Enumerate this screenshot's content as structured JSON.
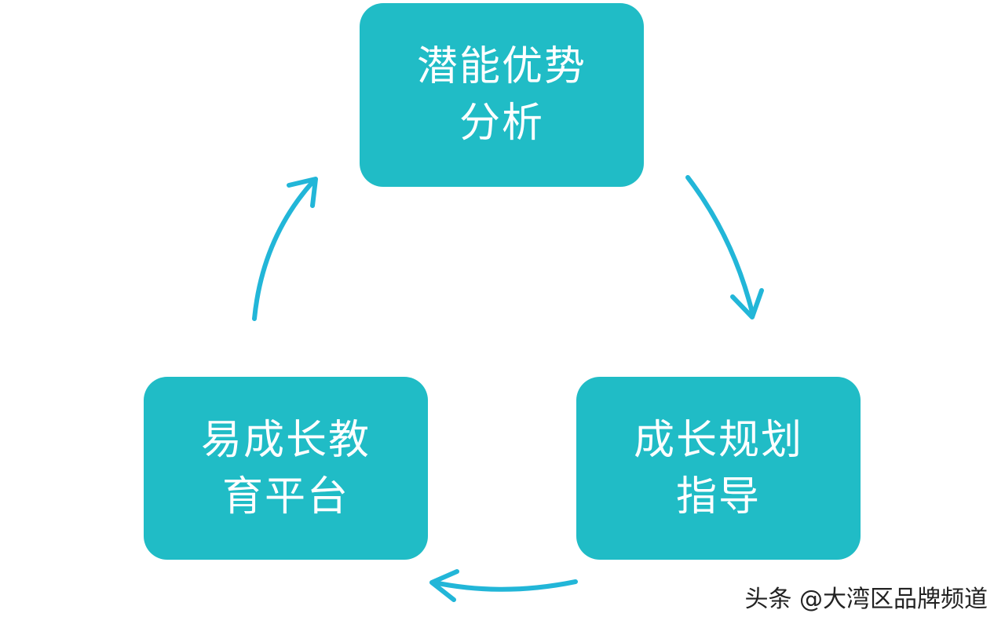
{
  "nodes": {
    "top": {
      "line1": "潜能优势",
      "line2": "分析"
    },
    "right": {
      "line1": "成长规划",
      "line2": "指导"
    },
    "left": {
      "line1": "易成长教",
      "line2": "育平台"
    }
  },
  "colors": {
    "node_fill": "#20bcc6",
    "arrow": "#22b6d8",
    "text": "#ffffff"
  },
  "watermark": "头条 @大湾区品牌频道"
}
